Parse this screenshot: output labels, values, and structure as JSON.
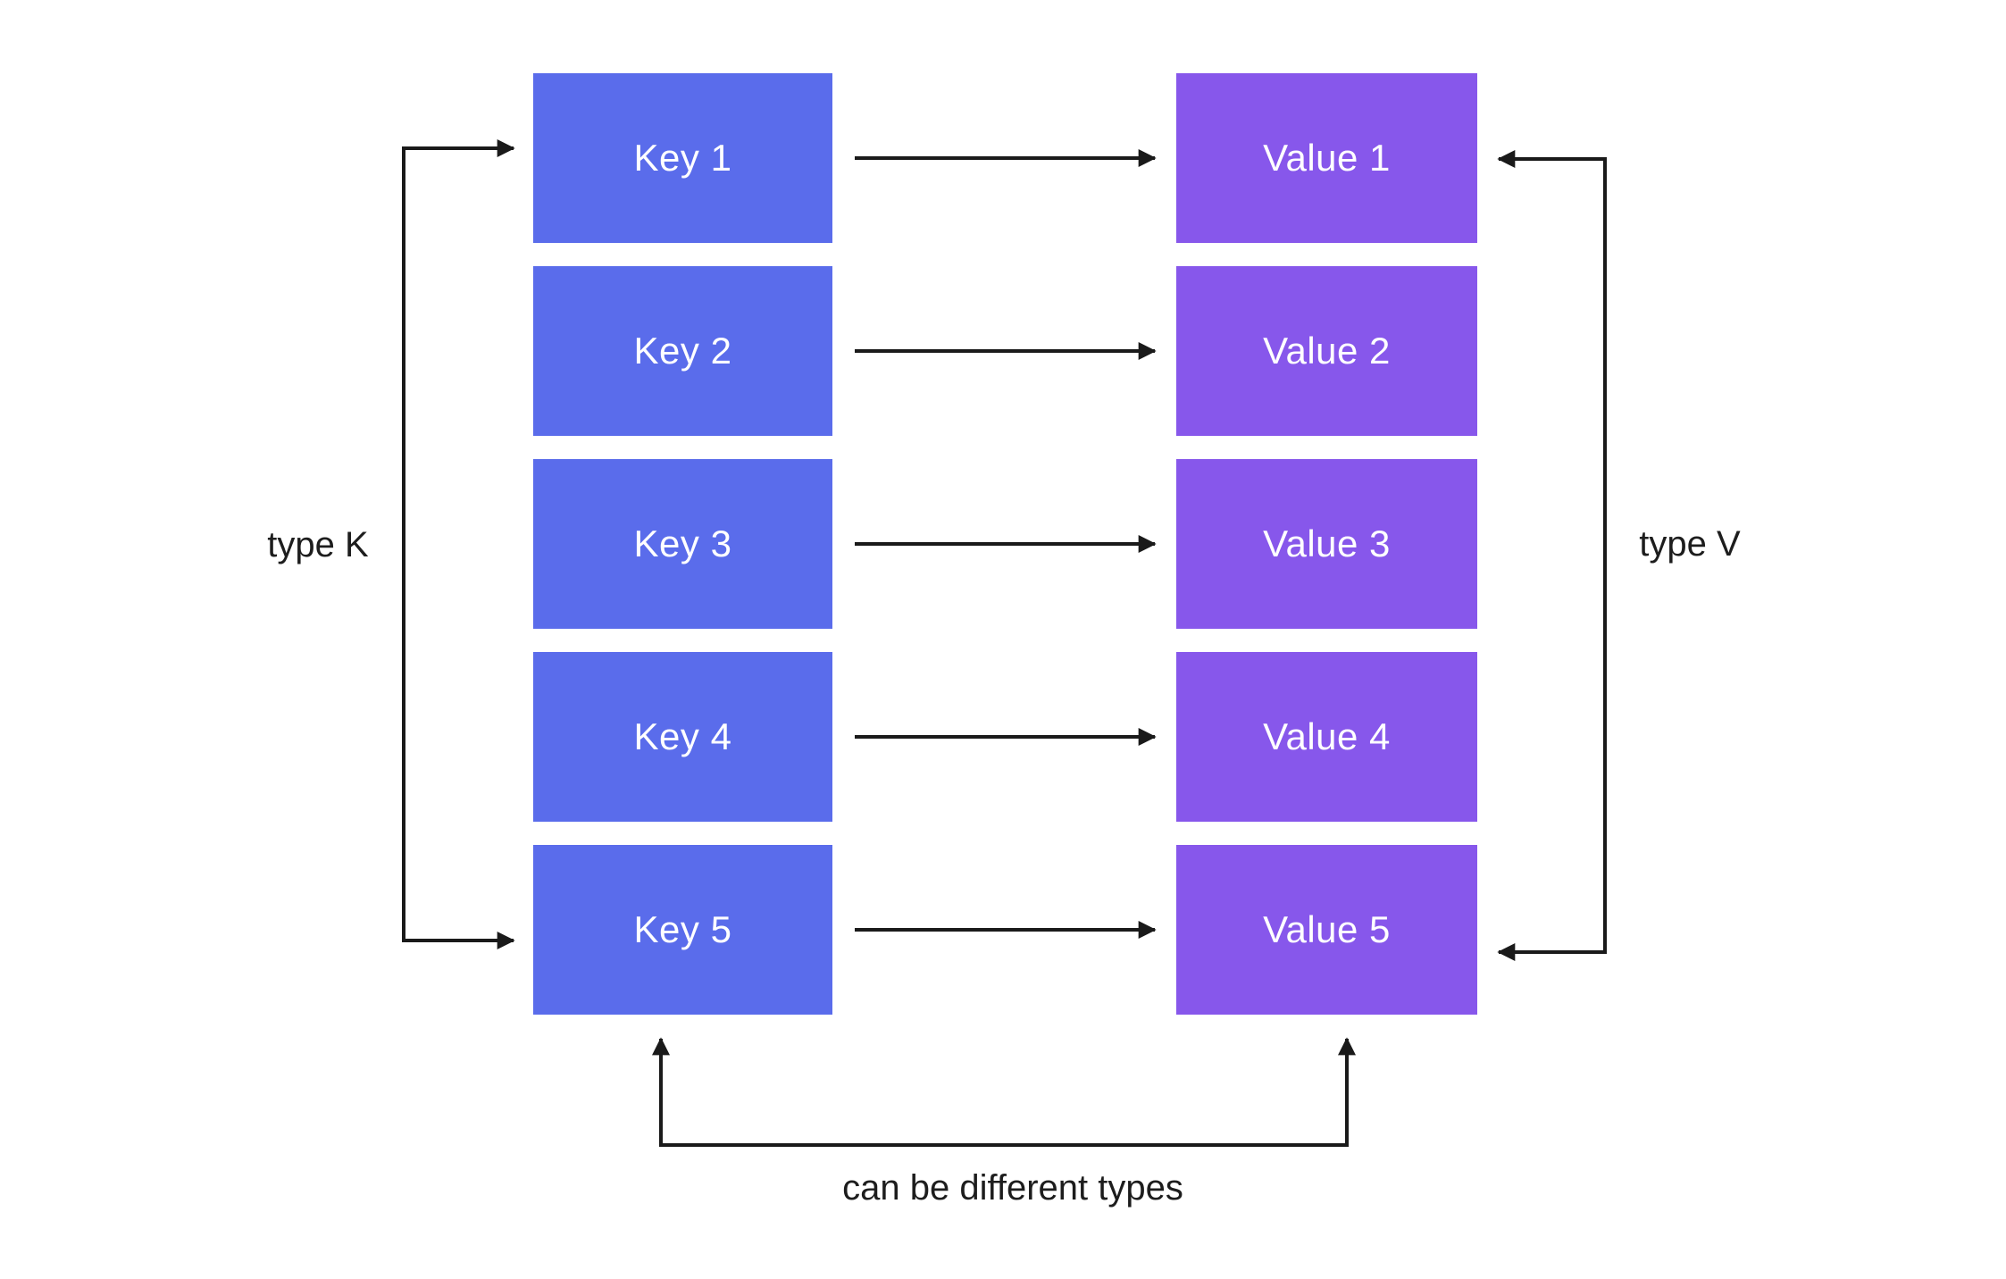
{
  "diagram": {
    "keys": [
      "Key 1",
      "Key 2",
      "Key 3",
      "Key 4",
      "Key 5"
    ],
    "values": [
      "Value 1",
      "Value 2",
      "Value 3",
      "Value 4",
      "Value 5"
    ],
    "labels": {
      "left_bracket": "type K",
      "right_bracket": "type V",
      "bottom_bracket": "can be different types"
    },
    "colors": {
      "key_box": "#5a6ceb",
      "value_box": "#8757eb",
      "arrow": "#1a1a1a",
      "box_text": "#ffffff",
      "label_text": "#1d1d1d",
      "background": "#ffffff"
    }
  }
}
